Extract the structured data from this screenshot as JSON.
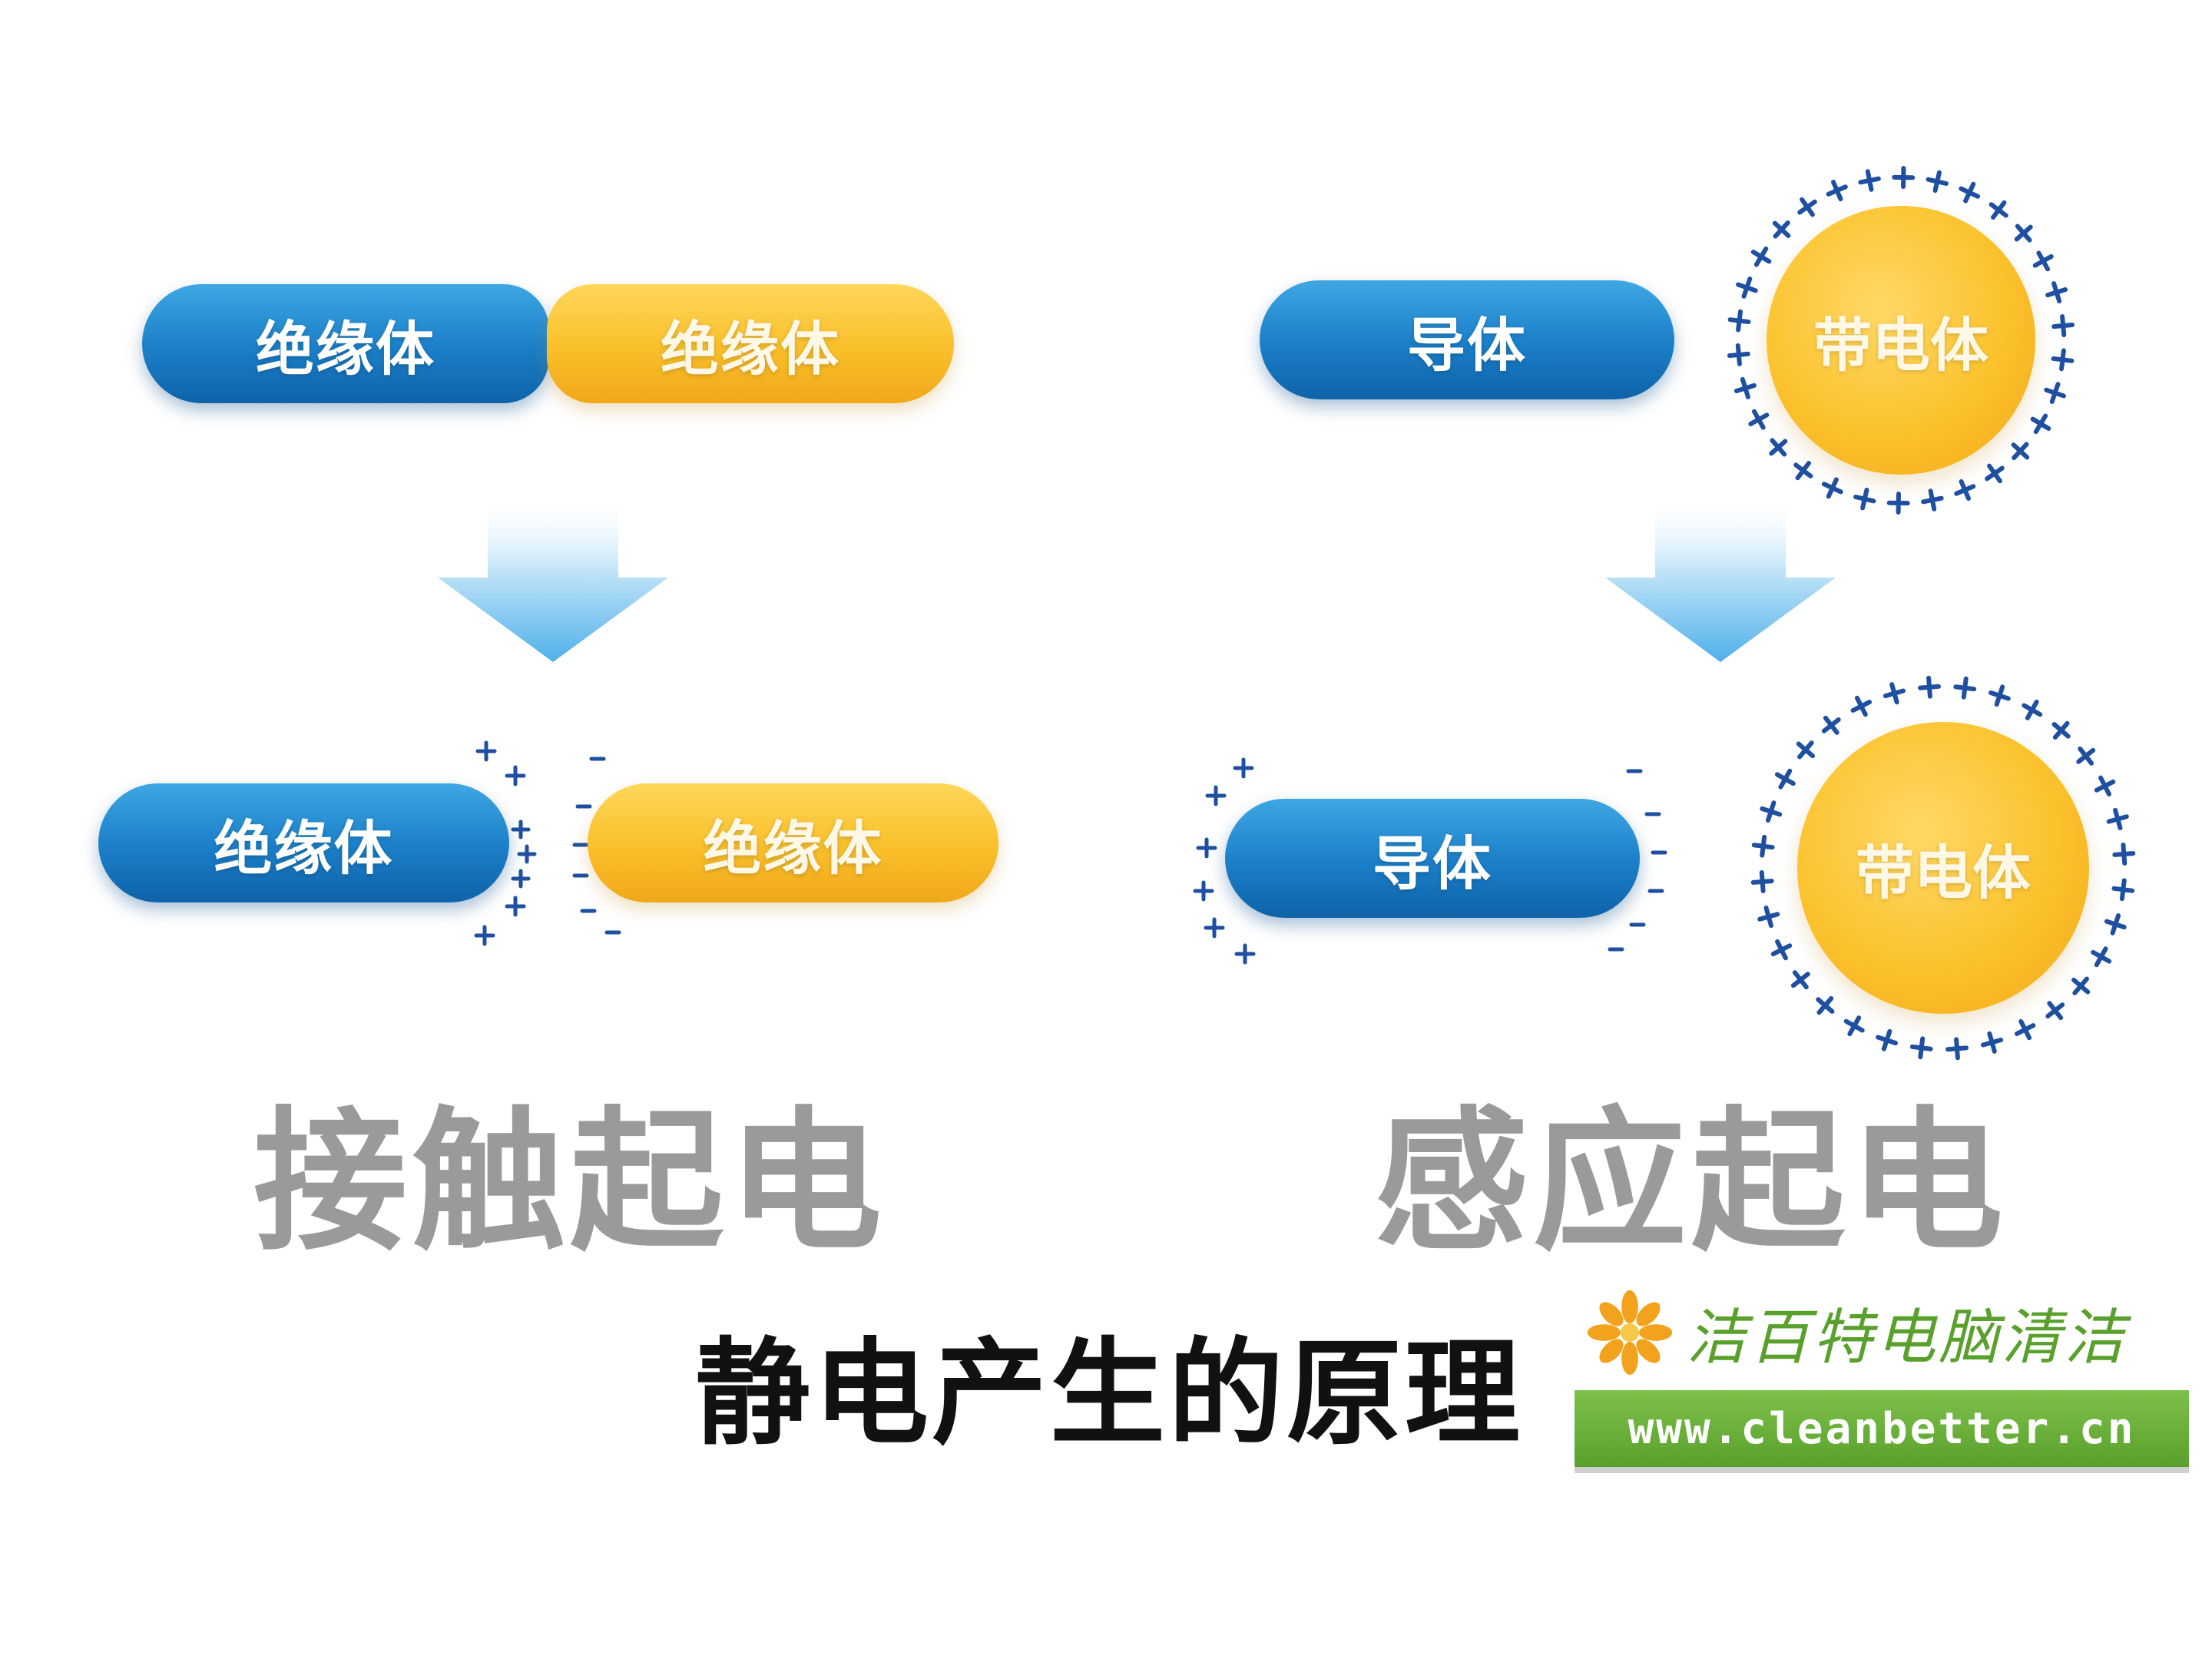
{
  "diagram": {
    "contact": {
      "before": {
        "left_label": "绝缘体",
        "right_label": "绝缘体"
      },
      "after": {
        "left_label": "绝缘体",
        "right_label": "绝缘体"
      },
      "title": "接触起电"
    },
    "induction": {
      "before": {
        "conductor_label": "导体",
        "charged_label": "带电体"
      },
      "after": {
        "conductor_label": "导体",
        "charged_label": "带电体"
      },
      "title": "感应起电"
    },
    "caption": "静电产生的原理",
    "colors": {
      "blue": "#1a7ec8",
      "yellow": "#f9bf2a",
      "charge": "#1f4fa0",
      "arrow": "#5fb8ee",
      "label_gray": "#9a9a9a"
    }
  },
  "watermark": {
    "title": "洁百特电脑清洁",
    "url": "www.cleanbetter.cn"
  }
}
